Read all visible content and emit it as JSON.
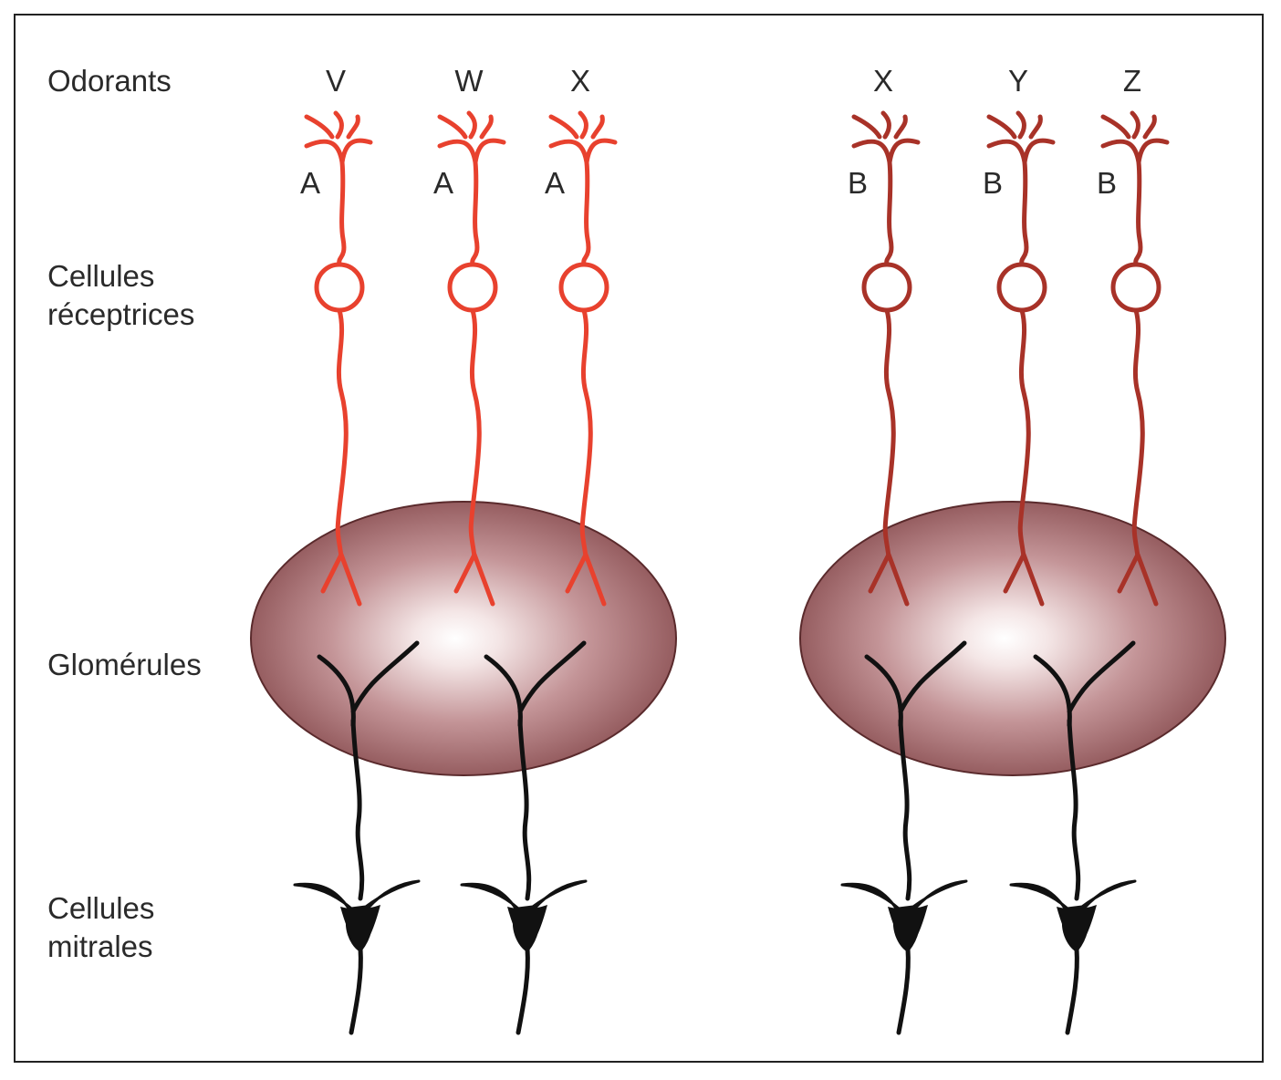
{
  "labels": {
    "odorants": "Odorants",
    "receptor_line1": "Cellules",
    "receptor_line2": "réceptrices",
    "glomeruli": "Glomérules",
    "mitral_line1": "Cellules",
    "mitral_line2": "mitrales"
  },
  "groups": [
    {
      "receptor_color": "#e8412e",
      "neurons": [
        {
          "odorant": "V",
          "receptor": "A"
        },
        {
          "odorant": "W",
          "receptor": "A"
        },
        {
          "odorant": "X",
          "receptor": "A"
        }
      ]
    },
    {
      "receptor_color": "#a83228",
      "neurons": [
        {
          "odorant": "X",
          "receptor": "B"
        },
        {
          "odorant": "Y",
          "receptor": "B"
        },
        {
          "odorant": "Z",
          "receptor": "B"
        }
      ]
    }
  ],
  "colors": {
    "glomerulus_edge": "#8a4548",
    "glomerulus_center": "#ffffff",
    "mitral": "#111111",
    "border": "#222222"
  }
}
